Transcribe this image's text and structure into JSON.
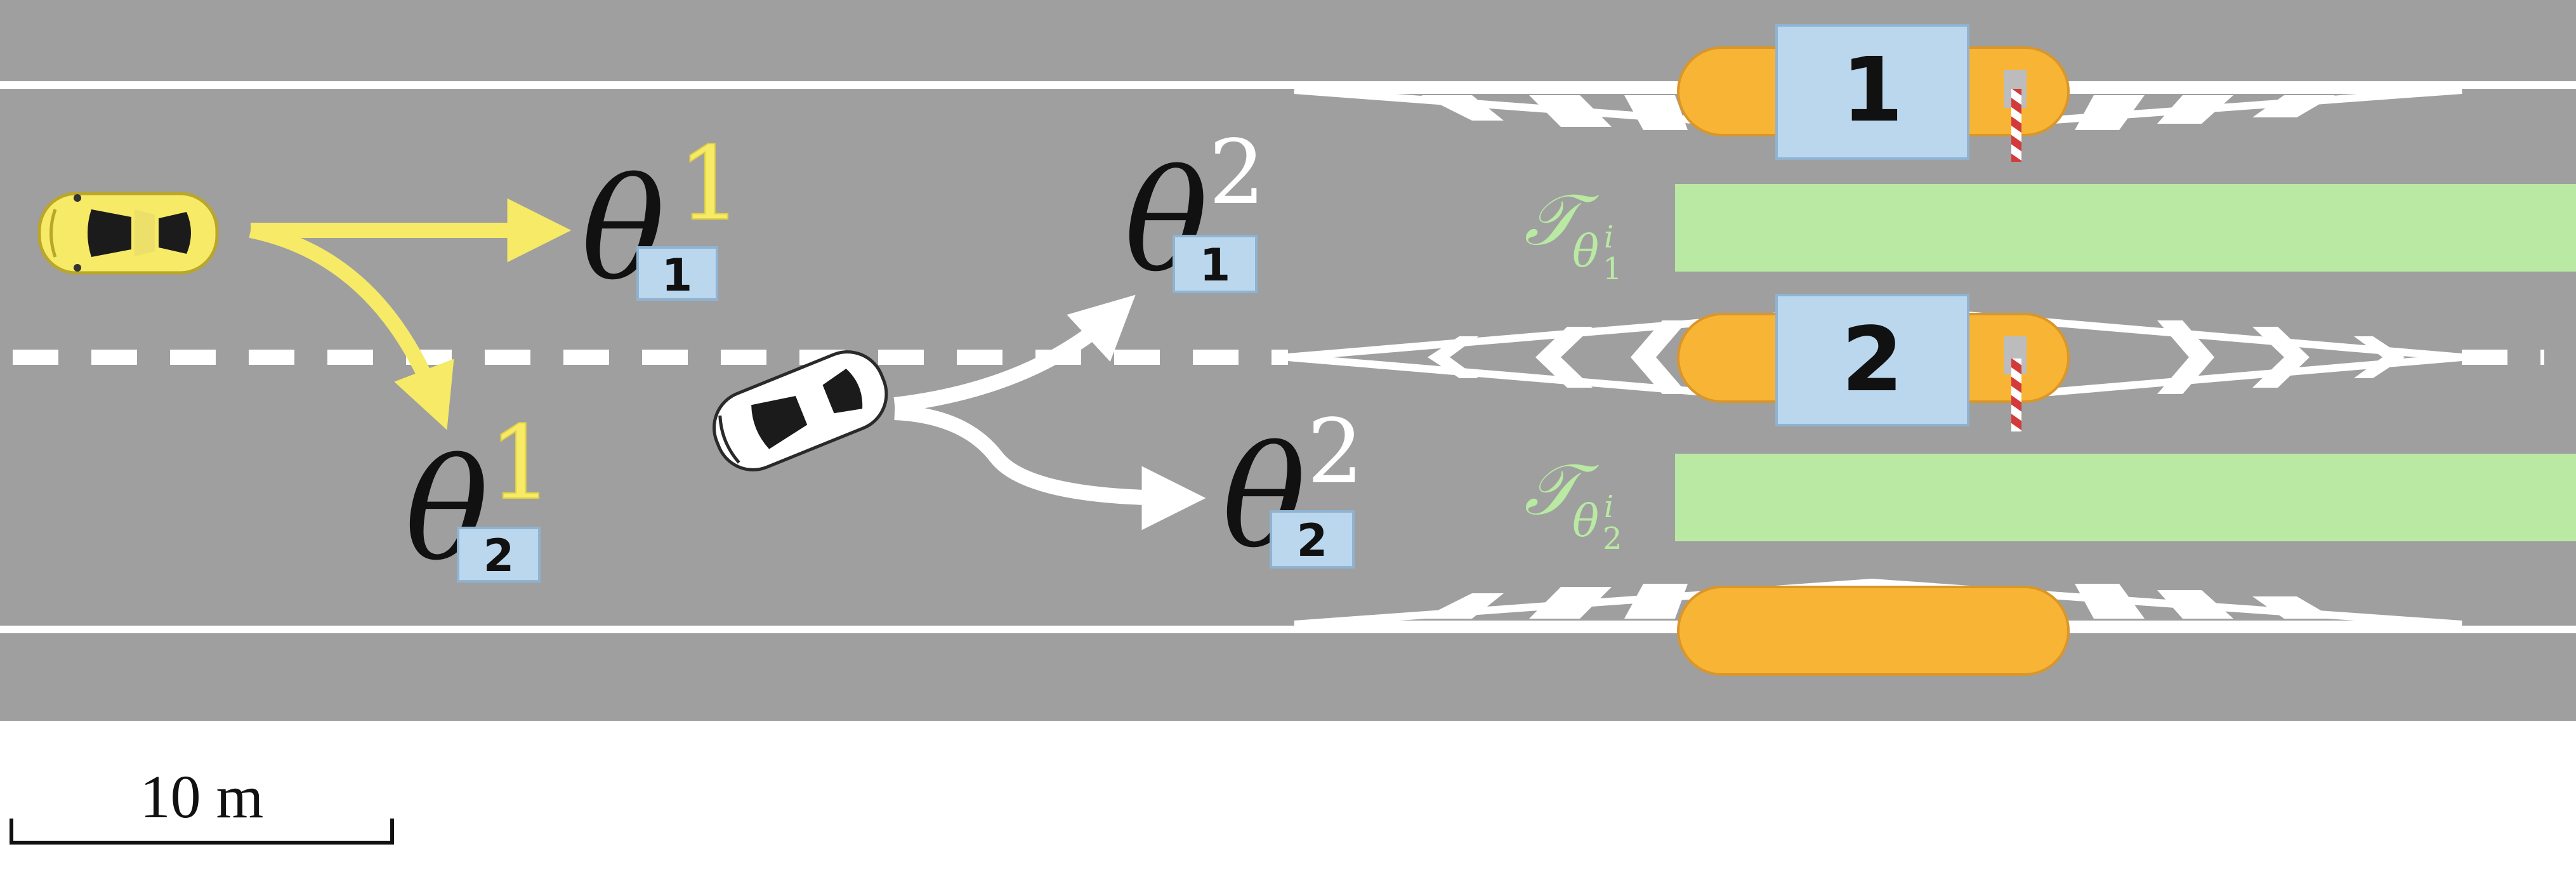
{
  "colors": {
    "road": "#9f9f9f",
    "marking": "#ffffff",
    "booth": "#f8b535",
    "badge": "#bad7ee",
    "badge_text": "#111111",
    "lane_region": "#b9e9a3",
    "region_label": "#b9e9a3",
    "yellow": "#f6ea66",
    "white_arrow": "#ffffff",
    "theta": "#111111"
  },
  "symbols": {
    "theta": "θ",
    "script_t": "𝒯",
    "theta_sub_i": "θ",
    "sup_i": "i"
  },
  "yellow_vehicle": {
    "id": "1",
    "options": [
      {
        "lane": "1"
      },
      {
        "lane": "2"
      }
    ]
  },
  "white_vehicle": {
    "id": "2",
    "options": [
      {
        "lane": "1"
      },
      {
        "lane": "2"
      }
    ]
  },
  "booths": [
    {
      "lane": "1"
    },
    {
      "lane": "2"
    },
    {
      "lane": ""
    }
  ],
  "regions": [
    {
      "sub": "1"
    },
    {
      "sub": "2"
    }
  ],
  "scale_bar": {
    "label": "10 m"
  }
}
